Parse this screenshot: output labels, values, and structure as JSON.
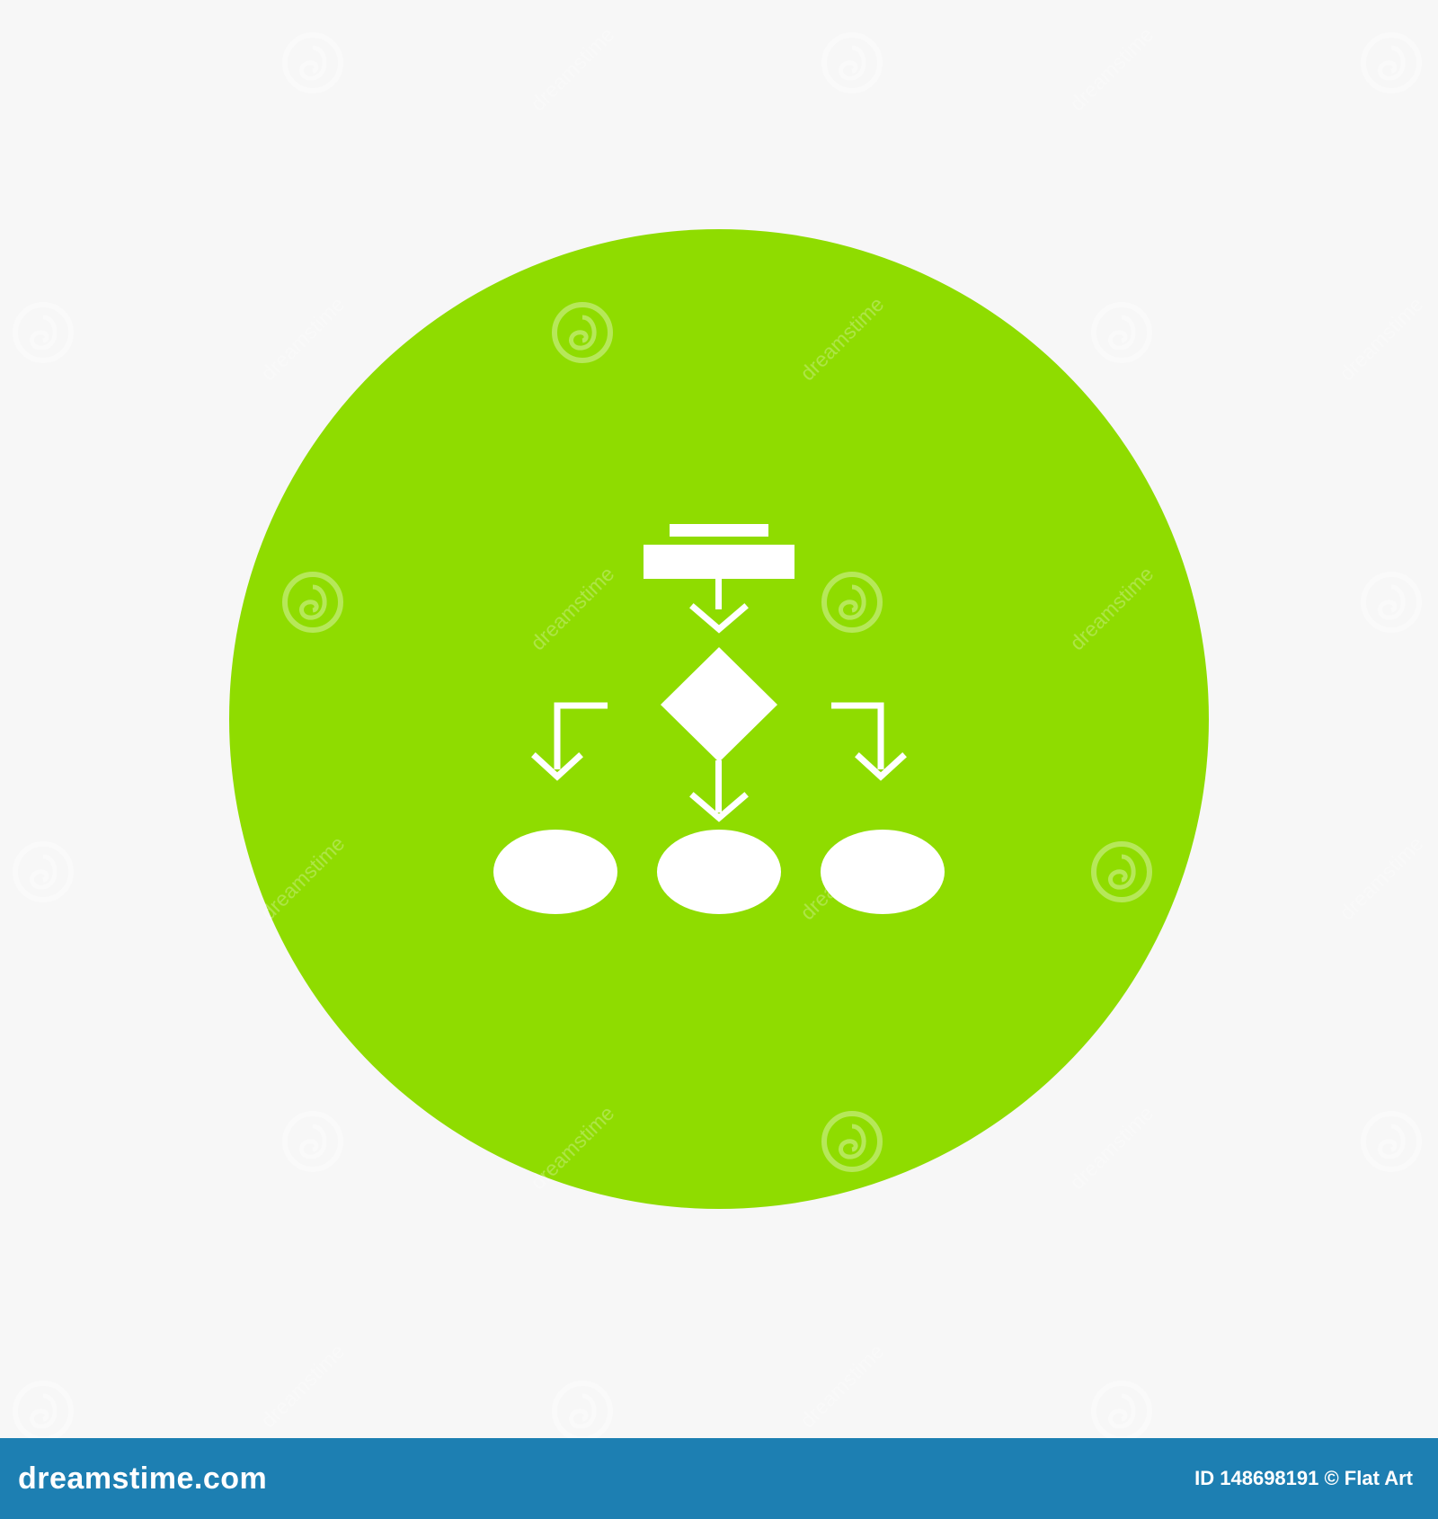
{
  "image": {
    "background_color": "#f7f7f7",
    "circle_color": "#8fdc00",
    "glyph_color": "#ffffff",
    "icon": "flowchart-icon",
    "watermark_word": "dreamstime"
  },
  "footer": {
    "background_color": "#1d7fb2",
    "brand": "dreamstime.com",
    "meta": "ID 148698191 © Flat Art"
  }
}
